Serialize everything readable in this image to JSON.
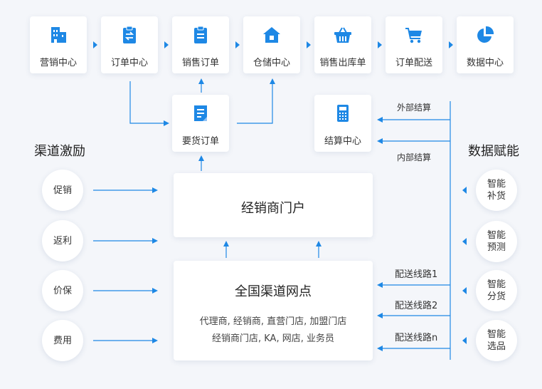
{
  "top_row": [
    {
      "label": "营销中心",
      "icon": "building-icon"
    },
    {
      "label": "订单中心",
      "icon": "clipboard-exchange-icon"
    },
    {
      "label": "销售订单",
      "icon": "clipboard-list-icon"
    },
    {
      "label": "仓储中心",
      "icon": "warehouse-icon"
    },
    {
      "label": "销售出库单",
      "icon": "basket-icon"
    },
    {
      "label": "订单配送",
      "icon": "cart-icon"
    },
    {
      "label": "数据中心",
      "icon": "pie-chart-icon"
    }
  ],
  "purchase_order": {
    "label": "要货订单",
    "icon": "document-icon"
  },
  "settlement": {
    "label": "结算中心",
    "icon": "calculator-icon"
  },
  "settlement_external": "外部结算",
  "settlement_internal": "内部结算",
  "left_section_title": "渠道激励",
  "right_section_title": "数据赋能",
  "incentives": [
    "促销",
    "返利",
    "价保",
    "费用"
  ],
  "capabilities": [
    "智能补货",
    "智能预测",
    "智能分货",
    "智能选品"
  ],
  "portal": {
    "title": "经销商门户"
  },
  "network": {
    "title": "全国渠道网点",
    "line1": "代理商, 经销商, 直营门店, 加盟门店",
    "line2": "经销商门店, KA, 网店, 业务员"
  },
  "routes": [
    "配送线路1",
    "配送线路2",
    "配送线路n"
  ],
  "colors": {
    "accent": "#1e88e5",
    "background": "#f4f6fa"
  }
}
